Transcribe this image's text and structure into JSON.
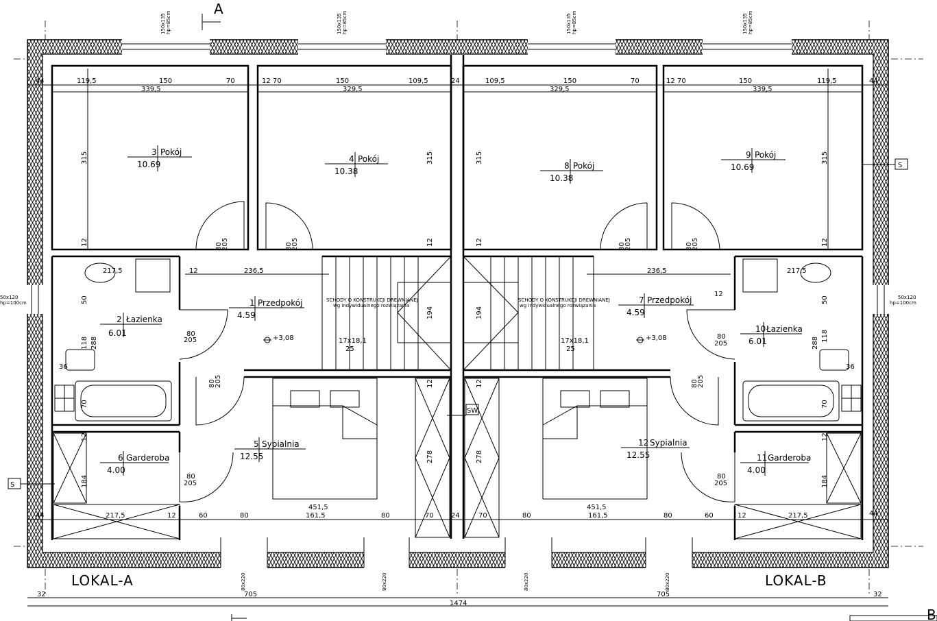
{
  "section_marks": {
    "a_top": "A",
    "s": "S",
    "sw": "SW",
    "b_corner": "B"
  },
  "windows_top": [
    "150x135",
    "hp=85cm"
  ],
  "windows_side": [
    "50x120",
    "hp=100cm"
  ],
  "doors_bottom": "80x220",
  "locals": {
    "a": "LOKAL-A",
    "b": "LOKAL-B"
  },
  "top_dims": {
    "left": [
      "44",
      "119,5",
      "150",
      "70",
      "12",
      "70",
      "150",
      "109,5",
      "24"
    ],
    "left_totals": [
      "339,5",
      "329,5"
    ],
    "right": [
      "109,5",
      "150",
      "70",
      "12",
      "70",
      "150",
      "119,5",
      "44"
    ],
    "right_totals": [
      "329,5",
      "339,5"
    ]
  },
  "rooms": {
    "r1": {
      "num": "1",
      "name": "Przedpokój",
      "area": "4.59"
    },
    "r2": {
      "num": "2",
      "name": "Łazienka",
      "area": "6.01"
    },
    "r3": {
      "num": "3",
      "name": "Pokój",
      "area": "10.69"
    },
    "r4": {
      "num": "4",
      "name": "Pokój",
      "area": "10.38"
    },
    "r5": {
      "num": "5",
      "name": "Sypialnia",
      "area": "12.55"
    },
    "r6": {
      "num": "6",
      "name": "Garderoba",
      "area": "4.00"
    },
    "r7": {
      "num": "7",
      "name": "Przedpokój",
      "area": "4.59"
    },
    "r8": {
      "num": "8",
      "name": "Pokój",
      "area": "10.38"
    },
    "r9": {
      "num": "9",
      "name": "Pokój",
      "area": "10.69"
    },
    "r10": {
      "num": "10",
      "name": "Łazienka",
      "area": "6.01"
    },
    "r11": {
      "num": "11",
      "name": "Garderoba",
      "area": "4.00"
    },
    "r12": {
      "num": "12",
      "name": "Sypialnia",
      "area": "12.55"
    }
  },
  "door_label": {
    "w": "80",
    "h": "205"
  },
  "stairs": {
    "note1": "SCHODY O KONSTRUKCJI DREWNIANEJ",
    "note2": "wg indywidualnego rozwiązania",
    "steps": "17x18,1",
    "tread": "25"
  },
  "level": "+3,08",
  "vertical_dims": {
    "room": "315",
    "stair": "194",
    "small": "12",
    "bath_a": "288",
    "bath_b": "118",
    "fifty": "50",
    "seventy": "70",
    "gard": "184",
    "hall": "278"
  },
  "hall_dims": {
    "w": "236,5",
    "bath": "217,5",
    "twelve": "12",
    "thirtysix": "36"
  },
  "bottom_dims": {
    "wall": "44",
    "gard": "217,5",
    "twelve": "12",
    "sixty": "60",
    "eighty": "80",
    "span": "451,5",
    "mid": "161,5",
    "seventy": "70",
    "twentyfour": "24"
  },
  "overall": {
    "left_half": "705",
    "right_half": "705",
    "total": "1474",
    "edge": "32"
  }
}
